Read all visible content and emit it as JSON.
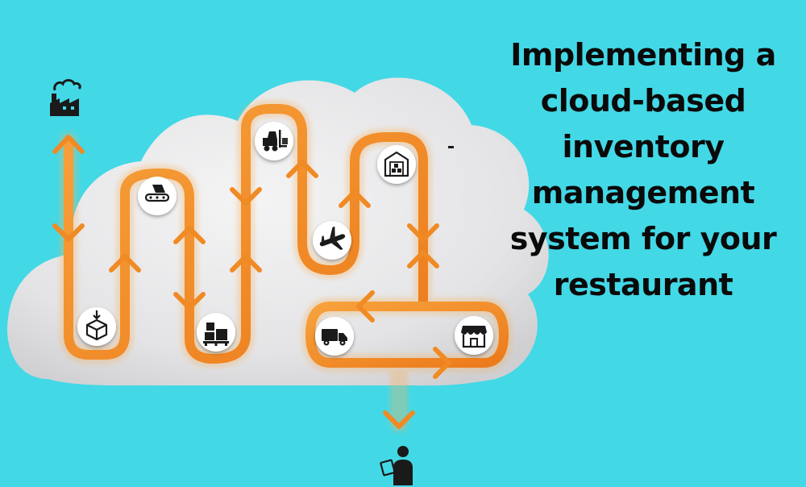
{
  "headline": {
    "lines": [
      "Implementing a",
      "cloud-based",
      "inventory",
      "management",
      "system for your",
      "restaurant"
    ]
  },
  "colors": {
    "background": "#43d8e6",
    "cloud": "#e9e9ea",
    "path": "#f08a24",
    "node_fill": "#ffffff",
    "icon": "#1a1a1a"
  },
  "icons": [
    "factory-icon",
    "package-down-icon",
    "conveyor-icon",
    "boxes-pallet-icon",
    "forklift-icon",
    "airplane-icon",
    "warehouse-icon",
    "truck-icon",
    "storefront-icon",
    "customer-icon"
  ]
}
